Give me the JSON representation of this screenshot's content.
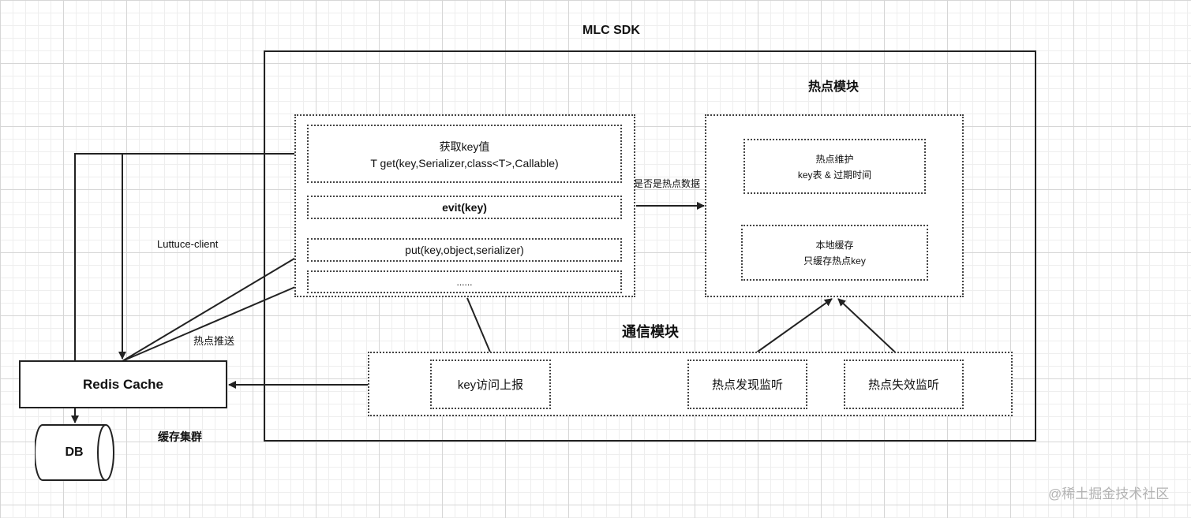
{
  "title": "MLC SDK",
  "api_group": {
    "get_title": "获取key值",
    "get_signature": "T get(key,Serializer,class<T>,Callable)",
    "evit": "evit(key)",
    "put": "put(key,object,serializer)",
    "more": "......"
  },
  "hotspot_module": {
    "title": "热点模块",
    "maintain_line1": "热点维护",
    "maintain_line2": "key表 & 过期时间",
    "local_cache_line1": "本地缓存",
    "local_cache_line2": "只缓存热点key"
  },
  "comm_module": {
    "title": "通信模块",
    "report": "key访问上报",
    "discover": "热点发现监听",
    "expire": "热点失效监听"
  },
  "labels": {
    "is_hot": "是否是热点数据",
    "client": "Luttuce-client",
    "push": "热点推送",
    "cluster": "缓存集群"
  },
  "redis": "Redis Cache",
  "db": "DB",
  "watermark": "@稀土掘金技术社区"
}
